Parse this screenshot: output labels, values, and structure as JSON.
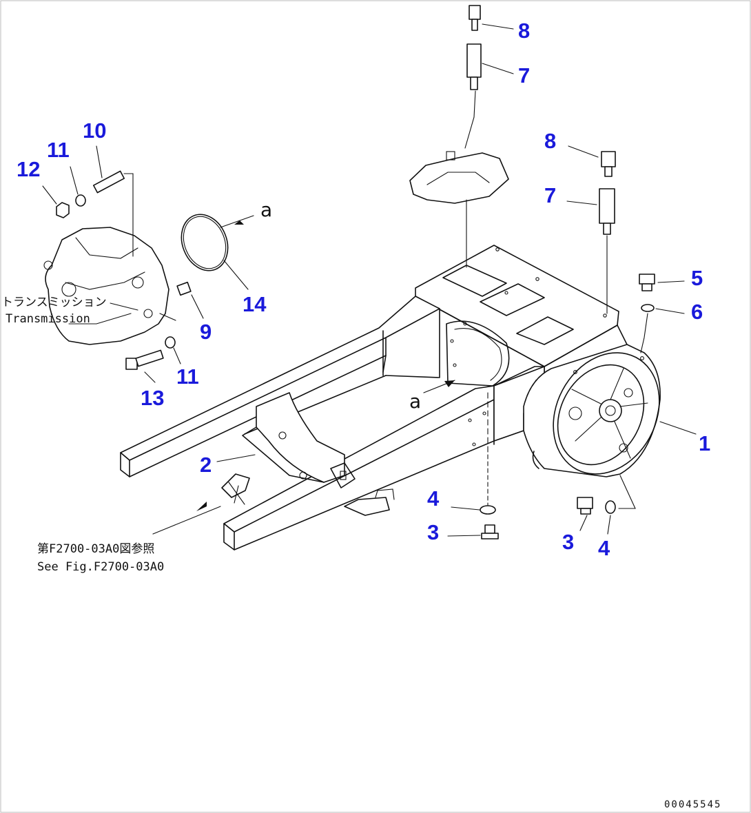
{
  "diagram": {
    "title": "Main frame with transmission mounting parts",
    "callouts": [
      "1",
      "2",
      "3",
      "3",
      "4",
      "4",
      "5",
      "6",
      "7",
      "7",
      "8",
      "8",
      "9",
      "10",
      "11",
      "11",
      "12",
      "13",
      "14"
    ],
    "ref_letter": "a",
    "transmission_label_jp": "トランスミッション",
    "transmission_label_en": "Transmission",
    "see_fig_jp": "第F2700-03A0図参照",
    "see_fig_en": "See Fig.F2700-03A0",
    "doc_number": "00045545"
  },
  "colors": {
    "callout": "#1a1adb",
    "line": "#111111",
    "background": "#ffffff"
  }
}
